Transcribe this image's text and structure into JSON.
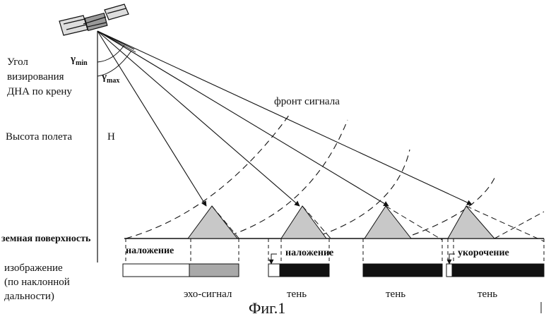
{
  "left_labels": {
    "angle_line1": "Угол",
    "angle_line2": "визирования",
    "angle_line3": "ДНА по крену",
    "altitude": "Высота полета",
    "surface": "земная поверхность",
    "image_line1": "изображение",
    "image_line2": "(по наклонной",
    "image_line3": "дальности)"
  },
  "symbols": {
    "gamma_min": "γmin",
    "gamma_max": "γmax",
    "height": "H"
  },
  "front_label": "фронт сигнала",
  "segment_labels": {
    "overlay_1": "наложение",
    "overlay_2": "наложение",
    "shortening": "укорочение"
  },
  "bottom_labels": {
    "echo": "эхо-сигнал",
    "shadow_1": "тень",
    "shadow_2": "тень",
    "shadow_3": "тень"
  },
  "caption": "Фиг.1",
  "colors": {
    "ink": "#111111",
    "mountain_fill": "#c8c8c8",
    "echo_fill": "#a9a9a9",
    "shadow_fill": "#111111"
  }
}
